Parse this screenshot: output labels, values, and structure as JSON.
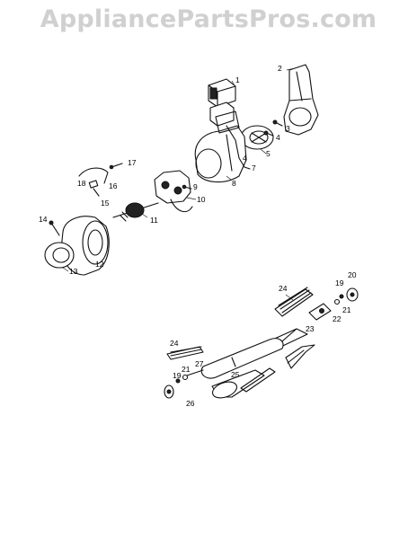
{
  "watermark": "AppliancePartsPros.com",
  "callouts": {
    "c1": "1",
    "c2": "2",
    "c3": "3",
    "c4a": "4",
    "c4b": "4",
    "c5": "5",
    "c7": "7",
    "c8": "8",
    "c9": "9",
    "c10": "10",
    "c11": "11",
    "c12": "12",
    "c13": "13",
    "c14": "14",
    "c15": "15",
    "c16": "16",
    "c17": "17",
    "c18": "18",
    "c19a": "19",
    "c19b": "19",
    "c20": "20",
    "c21a": "21",
    "c21b": "21",
    "c22": "22",
    "c23": "23",
    "c24a": "24",
    "c24b": "24",
    "c25": "25",
    "c26": "26",
    "c27": "27"
  }
}
